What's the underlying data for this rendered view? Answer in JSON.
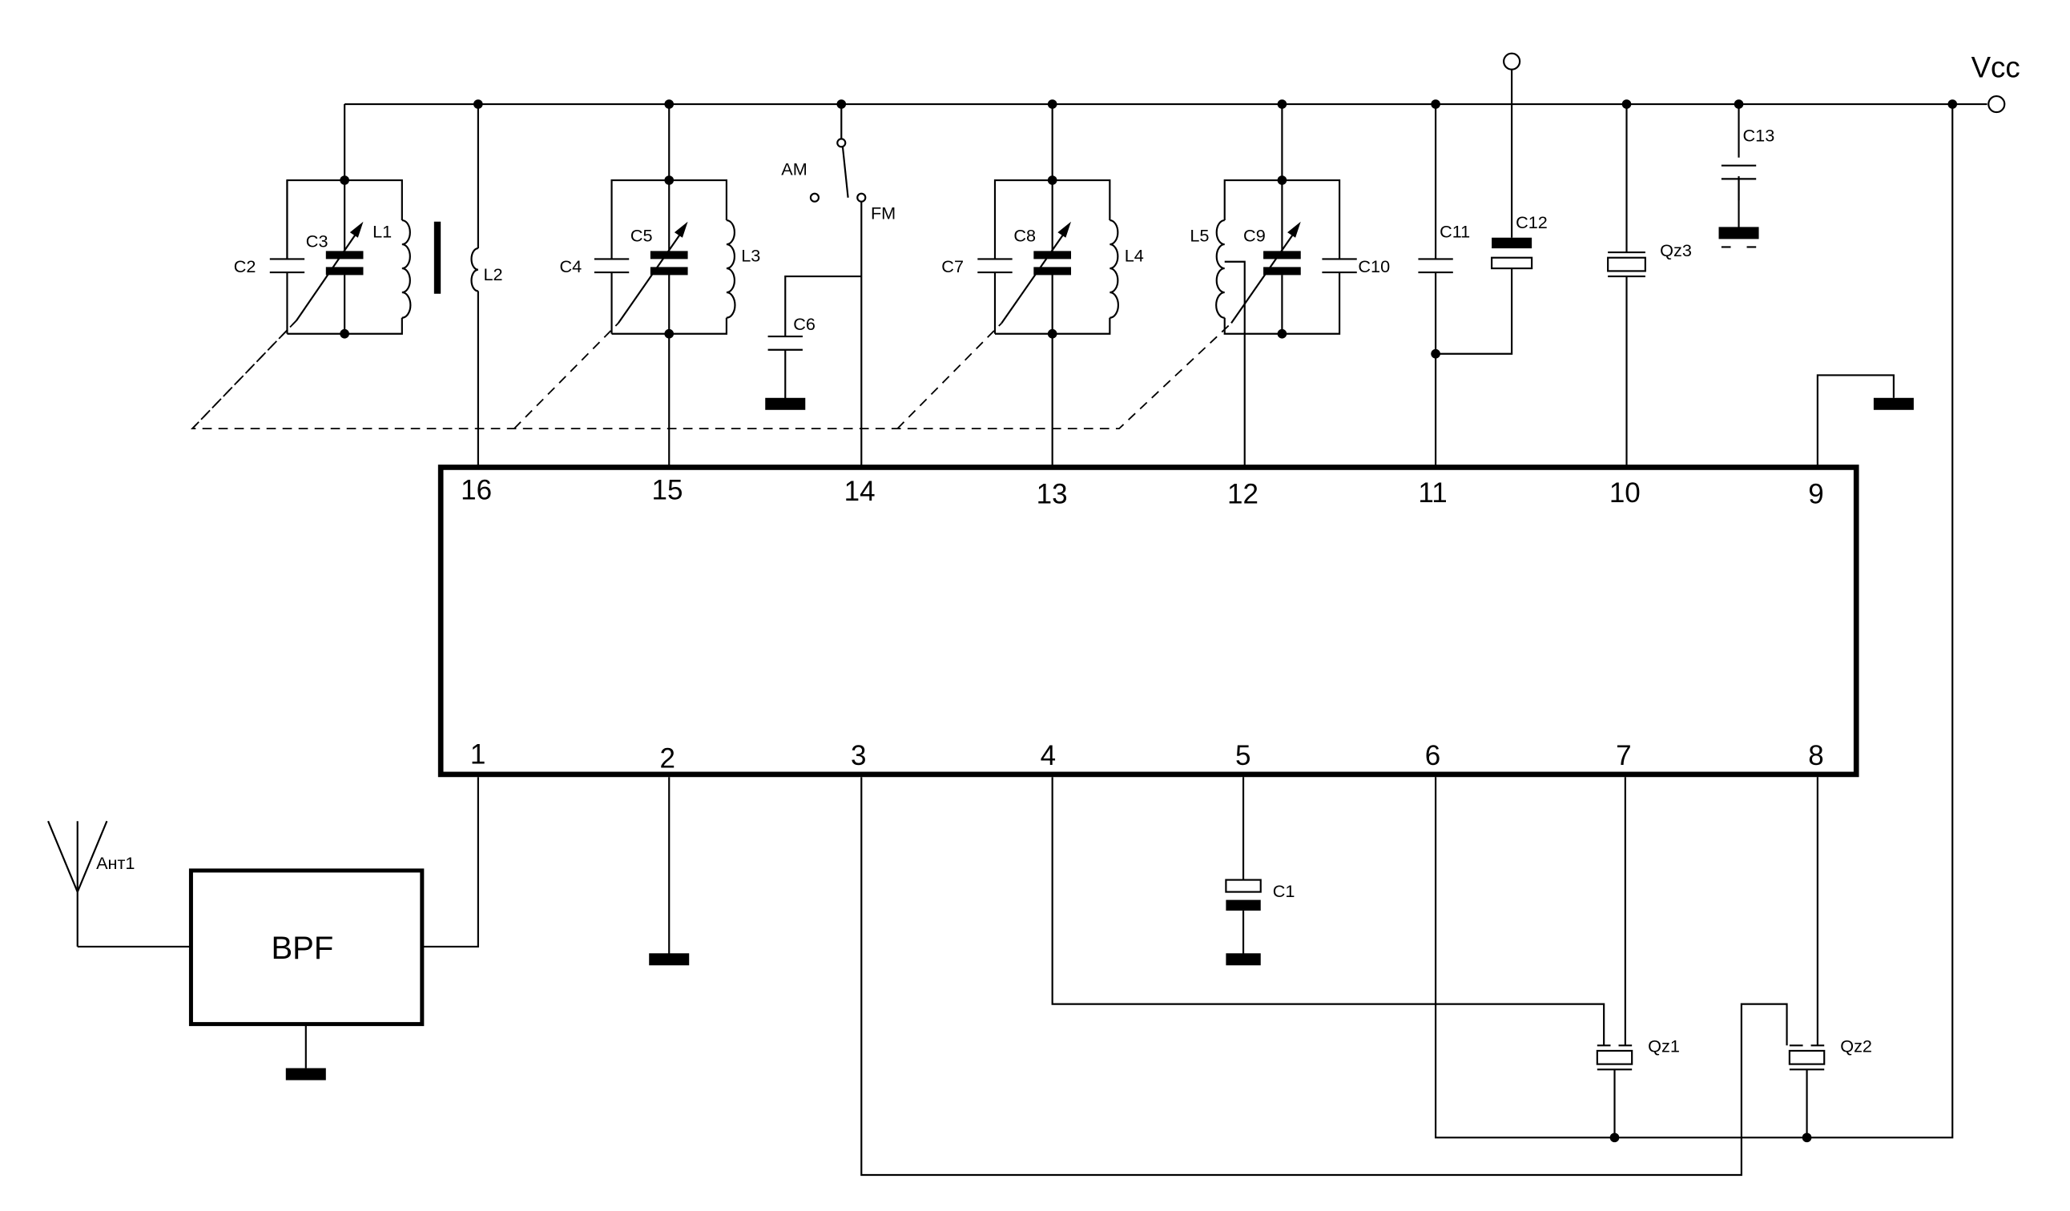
{
  "diagram": {
    "type": "schematic",
    "ic": {
      "pins_top": [
        "16",
        "15",
        "14",
        "13",
        "12",
        "11",
        "10",
        "9"
      ],
      "pins_bottom": [
        "1",
        "2",
        "3",
        "4",
        "5",
        "6",
        "7",
        "8"
      ]
    },
    "supply_label": "Vcc",
    "switch": {
      "label_am": "AM",
      "label_fm": "FM"
    },
    "antenna_label": "Ант1",
    "filter_label": "BPF",
    "components": {
      "C1": "C1",
      "C2": "C2",
      "C3": "C3",
      "C4": "C4",
      "C5": "C5",
      "C6": "C6",
      "C7": "C7",
      "C8": "C8",
      "C9": "C9",
      "C10": "C10",
      "C11": "C11",
      "C12": "C12",
      "C13": "C13",
      "L1": "L1",
      "L2": "L2",
      "L3": "L3",
      "L4": "L4",
      "L5": "L5",
      "Qz1": "Qz1",
      "Qz2": "Qz2",
      "Qz3": "Qz3"
    }
  }
}
